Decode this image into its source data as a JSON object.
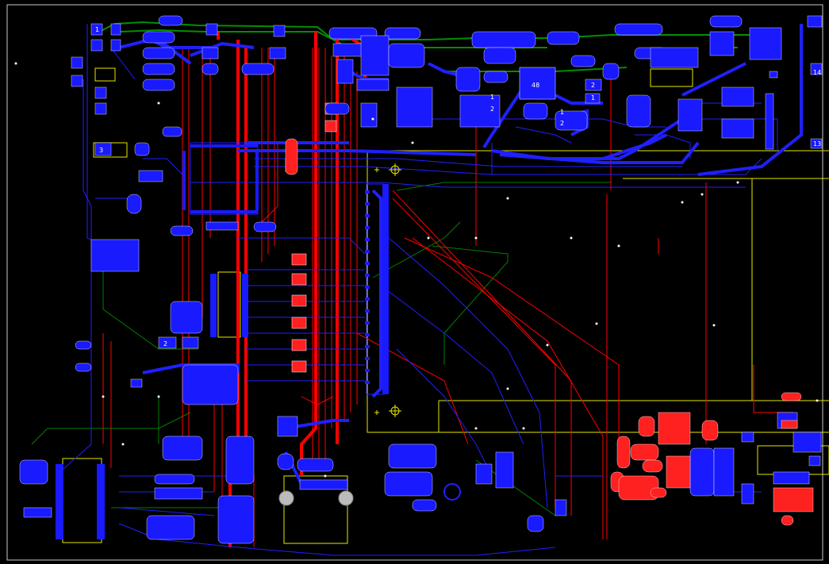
{
  "app": {
    "view": "pcb-layout"
  },
  "colors": {
    "background": "#000000",
    "outline": "#c8c8c8",
    "top_copper": "#ff0000",
    "bottom_copper": "#0000ff",
    "inner_green": "#008000",
    "silkscreen": "#ffff00",
    "pad_fill_blue": "#1a1aff",
    "pad_fill_red": "#ff2020",
    "via": "#ffffff"
  },
  "labels": {
    "chip_label": "48",
    "pad_labels": [
      "1",
      "2",
      "3",
      "14",
      "13",
      "2",
      "1",
      "1",
      "2",
      "1",
      "2"
    ]
  },
  "icons": [
    "crosshair-icon",
    "mounting-hole-icon"
  ]
}
